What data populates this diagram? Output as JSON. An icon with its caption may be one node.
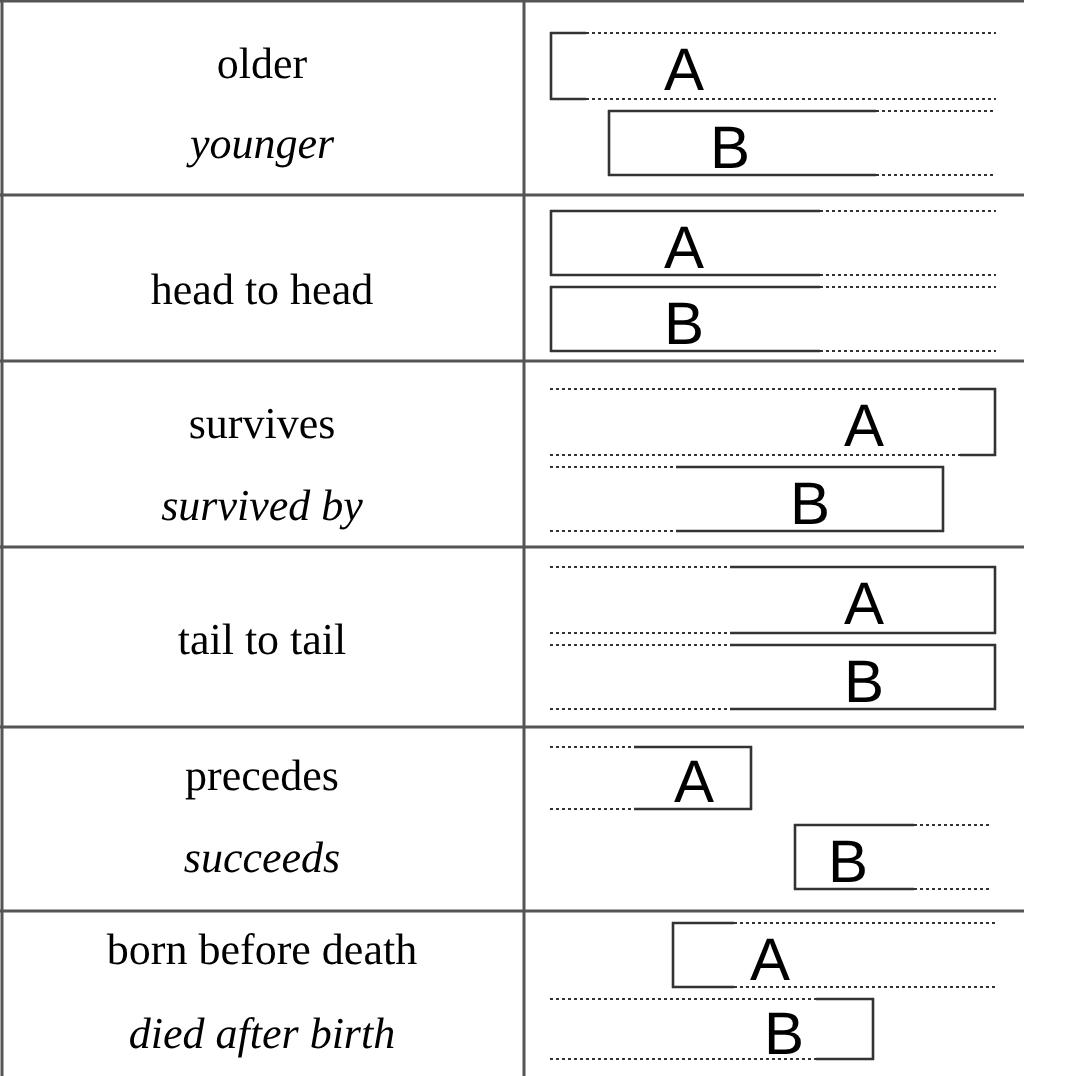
{
  "diagram": {
    "nodes": [
      {
        "text": [
          "A"
        ]
      },
      {
        "text": [
          "B"
        ]
      },
      {
        "text": [
          "A"
        ]
      },
      {
        "text": [
          "B"
        ]
      },
      {
        "text": [
          "A"
        ]
      },
      {
        "text": [
          "B"
        ]
      },
      {
        "text": [
          "A"
        ]
      },
      {
        "text": [
          "B"
        ]
      },
      {
        "text": [
          "A"
        ]
      },
      {
        "text": [
          "B"
        ]
      },
      {
        "text": [
          "A"
        ]
      },
      {
        "text": [
          "B"
        ]
      }
    ],
    "labels": [
      "older",
      "younger",
      "head to head",
      "survives",
      "survived by",
      "tail to tail",
      "precedes",
      "succeeds",
      "born before death",
      "died after birth"
    ]
  }
}
